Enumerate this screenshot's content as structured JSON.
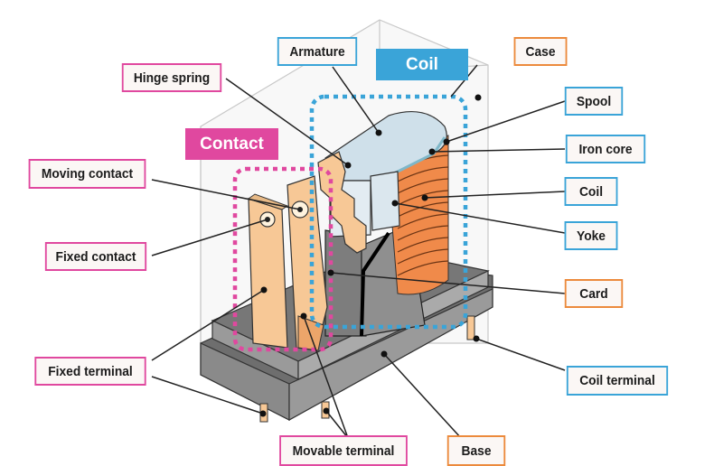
{
  "diagram": {
    "title": "Relay structure",
    "colors": {
      "contact_group": "#e0489f",
      "coil_group": "#3aa4d8",
      "case_group": "#ec8a3c",
      "copper": "#f7c896",
      "coil_winding": "#f08a4a",
      "base": "#8a8a8a",
      "spool": "#cfe0ea"
    },
    "groups": {
      "contact": "Contact",
      "coil": "Coil"
    },
    "labels": {
      "armature": "Armature",
      "hinge_spring": "Hinge spring",
      "case": "Case",
      "spool": "Spool",
      "iron_core": "Iron core",
      "coil": "Coil",
      "yoke": "Yoke",
      "card": "Card",
      "moving_contact": "Moving contact",
      "fixed_contact": "Fixed contact",
      "fixed_terminal": "Fixed terminal",
      "coil_terminal": "Coil terminal",
      "movable_terminal": "Movable terminal",
      "base": "Base"
    }
  }
}
